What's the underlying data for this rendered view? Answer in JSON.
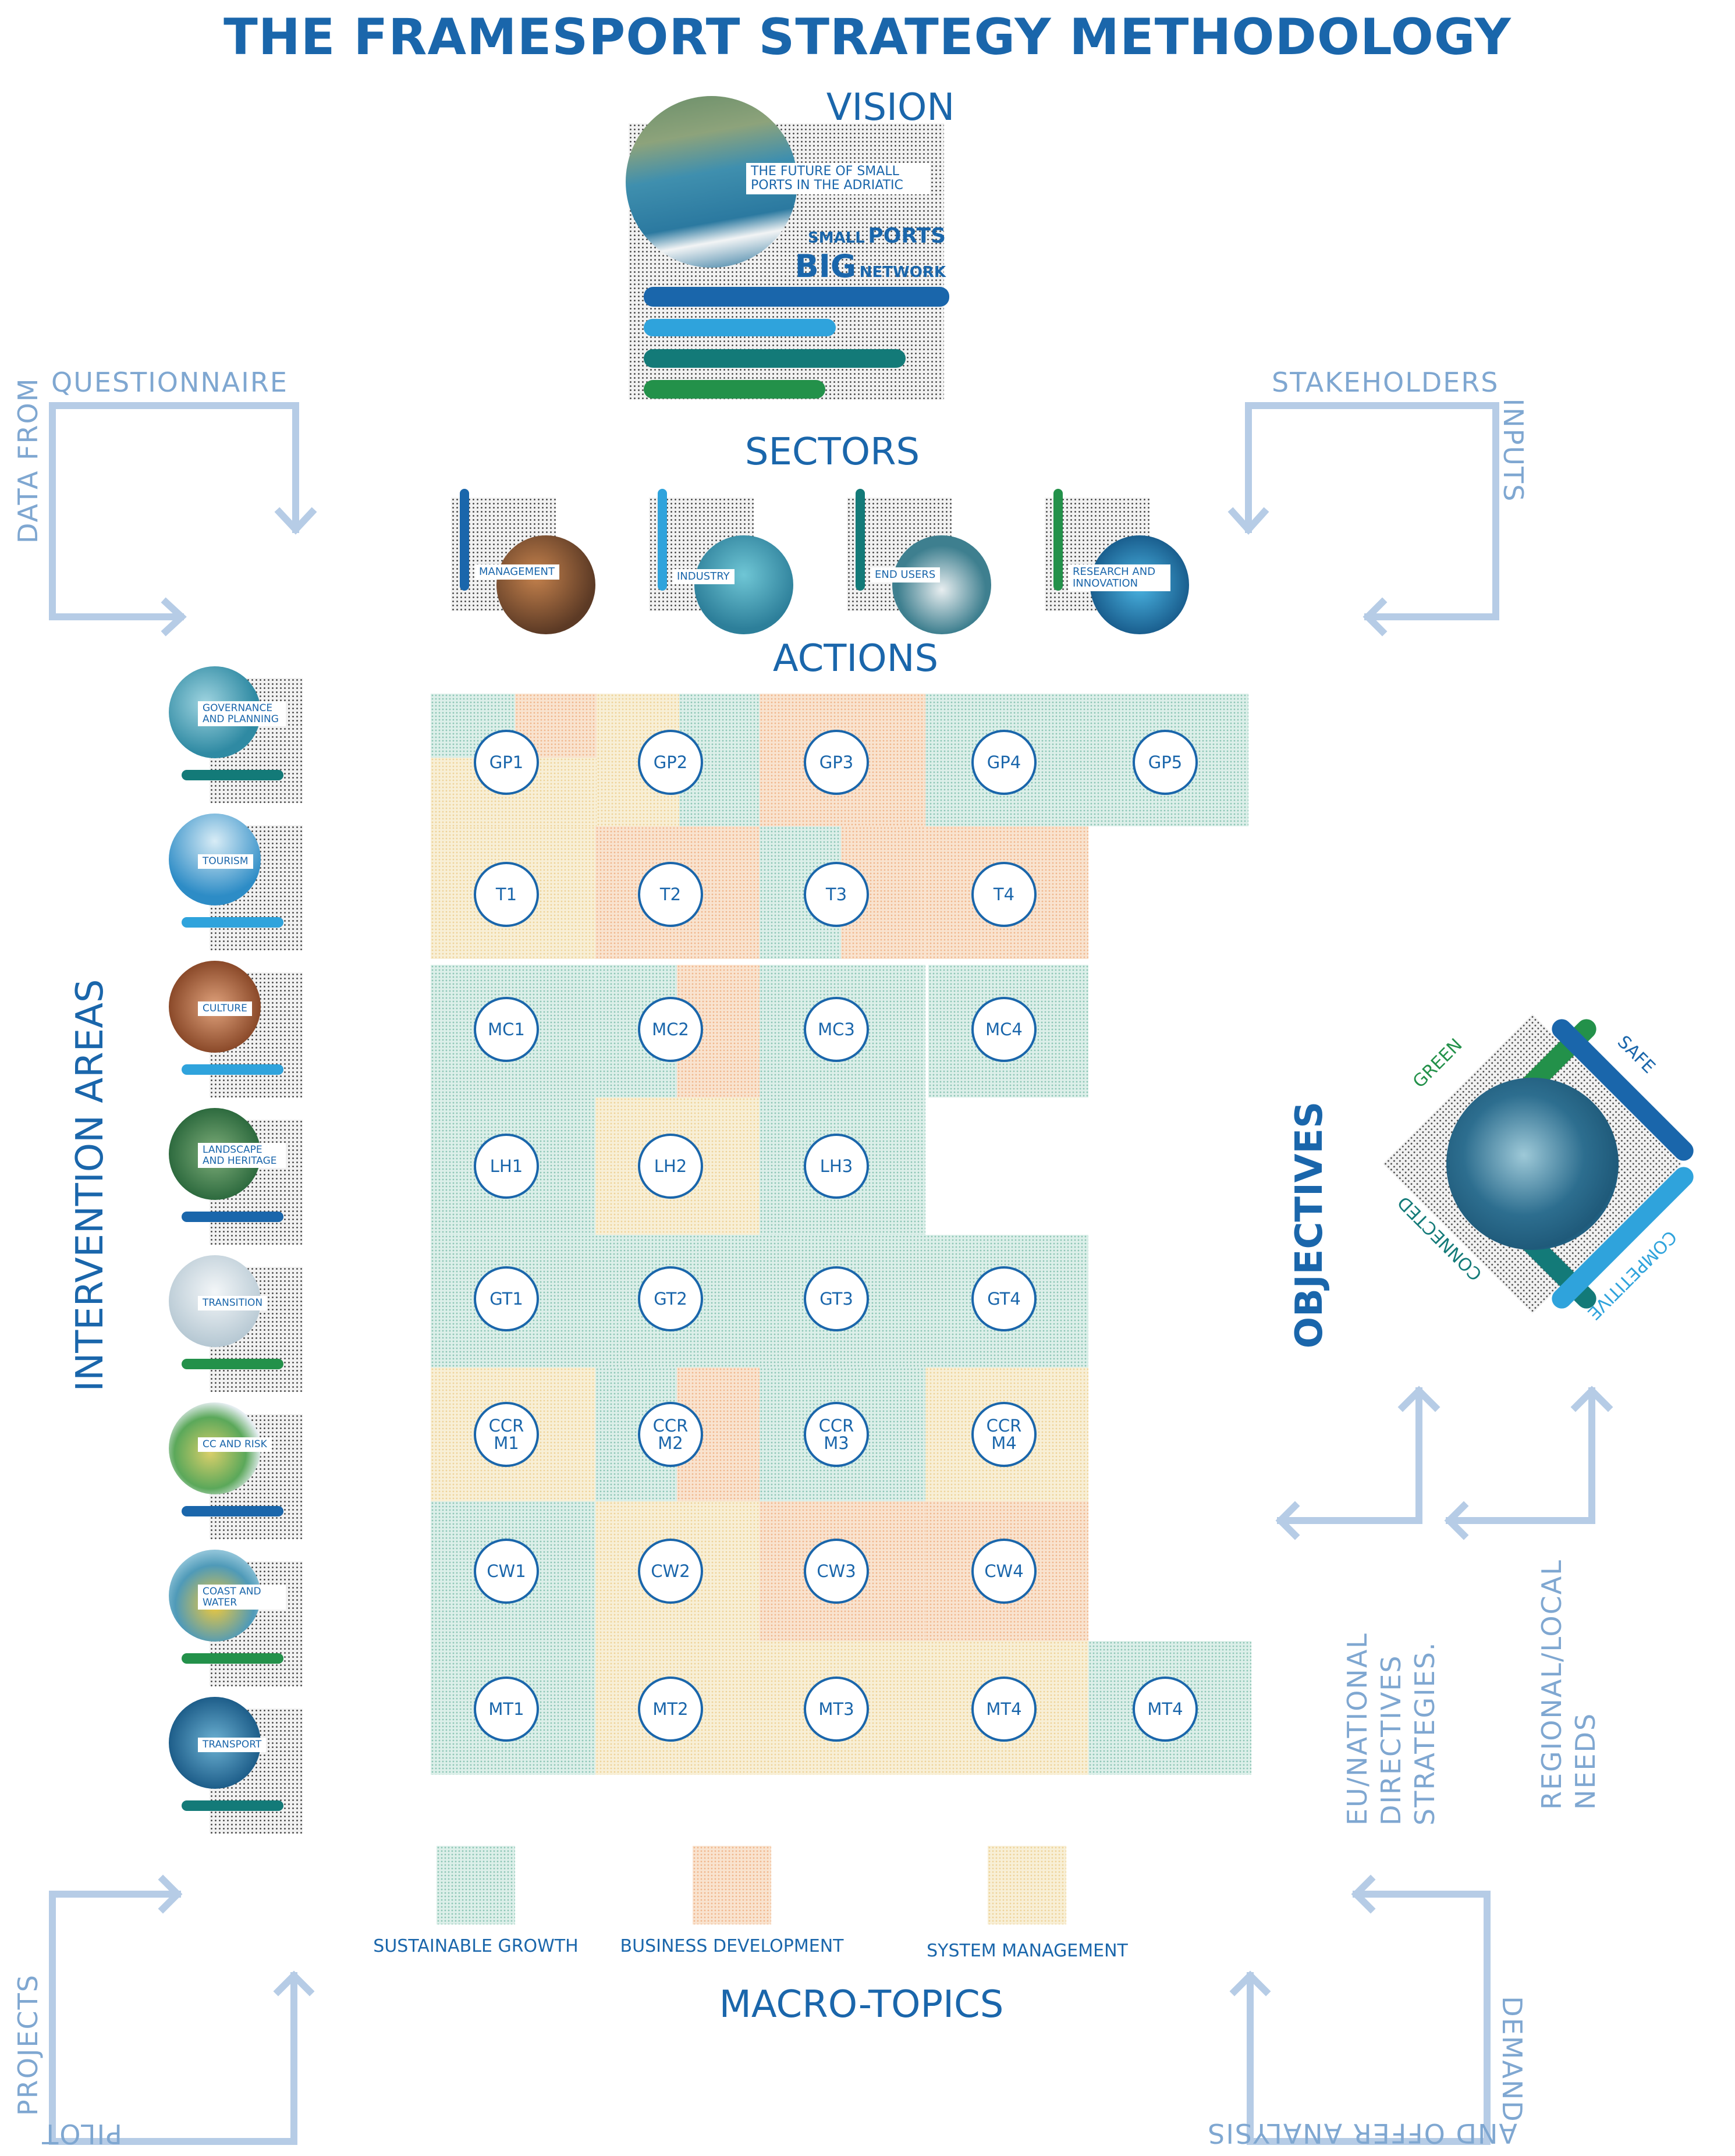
{
  "title": "THE FRAMESPORT STRATEGY METHODOLOGY",
  "vision": {
    "heading": "VISION",
    "photo_caption": "THE FUTURE OF SMALL PORTS IN THE ADRIATIC",
    "slogan_small1": "SMALL",
    "slogan_ports": "PORTS",
    "slogan_big": "BIG",
    "slogan_network": "NETWORK"
  },
  "sectors": {
    "heading": "SECTORS",
    "items": [
      {
        "label": "MANAGEMENT",
        "color": "#1a66ab"
      },
      {
        "label": "INDUSTRY",
        "color": "#2fa3dc"
      },
      {
        "label": "END USERS",
        "color": "#137a78"
      },
      {
        "label": "RESEARCH AND INNOVATION",
        "color": "#23914a"
      }
    ]
  },
  "actions_heading": "ACTIONS",
  "intervention": {
    "heading": "INTERVENTION AREAS",
    "items": [
      {
        "label": "GOVERNANCE AND PLANNING",
        "color": "#137a78"
      },
      {
        "label": "TOURISM",
        "color": "#2fa3dc"
      },
      {
        "label": "CULTURE",
        "color": "#2fa3dc"
      },
      {
        "label": "LANDSCAPE AND HERITAGE",
        "color": "#1a66ab"
      },
      {
        "label": "TRANSITION",
        "color": "#23914a"
      },
      {
        "label": "CC AND RISK",
        "color": "#1a66ab"
      },
      {
        "label": "COAST AND WATER",
        "color": "#23914a"
      },
      {
        "label": "TRANSPORT",
        "color": "#137a78"
      }
    ]
  },
  "actions": [
    [
      "GP1",
      "GP2",
      "GP3",
      "GP4",
      "GP5"
    ],
    [
      "T1",
      "T2",
      "T3",
      "T4"
    ],
    [
      "MC1",
      "MC2",
      "MC3",
      "MC4"
    ],
    [
      "LH1",
      "LH2",
      "LH3"
    ],
    [
      "GT1",
      "GT2",
      "GT3",
      "GT4"
    ],
    [
      "CCR\nM1",
      "CCR\nM2",
      "CCR\nM3",
      "CCR\nM4"
    ],
    [
      "CW1",
      "CW2",
      "CW3",
      "CW4"
    ],
    [
      "MT1",
      "MT2",
      "MT3",
      "MT4",
      "MT4"
    ]
  ],
  "objectives": {
    "heading": "OBJECTIVES",
    "green": "GREEN",
    "safe": "SAFE",
    "connected": "CONNECTED",
    "competitive": "COMPETITIVE",
    "colors": {
      "green": "#23914a",
      "safe": "#1a66ab",
      "connected": "#137a78",
      "competitive": "#2fa3dc"
    }
  },
  "inputs": {
    "data_from": "DATA FROM",
    "questionnaire": "QUESTIONNAIRE",
    "stakeholders": "STAKEHOLDERS",
    "inputs": "INPUTS",
    "eu_line1": "EU/NATIONAL",
    "eu_line2": "DIRECTIVES",
    "eu_line3": "STRATEGIES.",
    "regional_line1": "REGIONAL/LOCAL",
    "regional_line2": "NEEDS",
    "pilot": "PILOT",
    "projects": "PROJECTS",
    "demand": "DEMAND",
    "offer": "AND OFFER ANALYSIS"
  },
  "macro_topics": {
    "heading": "MACRO-TOPICS",
    "sustainable": "SUSTAINABLE GROWTH",
    "business": "BUSINESS DEVELOPMENT",
    "system": "SYSTEM MANAGEMENT"
  }
}
